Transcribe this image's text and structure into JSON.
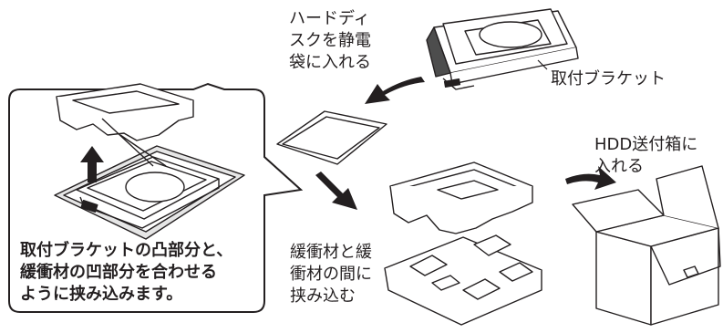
{
  "labels": {
    "bag_step": [
      "ハードディ",
      "スクを静電",
      "袋に入れる"
    ],
    "bracket": "取付ブラケット",
    "hdd_box_step": [
      "HDD送付箱に",
      "入れる"
    ],
    "cushion_step": [
      "緩衝材と緩",
      "衝材の間に",
      "挟み込む"
    ],
    "callout": [
      "取付ブラケットの凸部分と、",
      "緩衝材の凹部分を合わせる",
      "ように挟み込みます。"
    ]
  }
}
